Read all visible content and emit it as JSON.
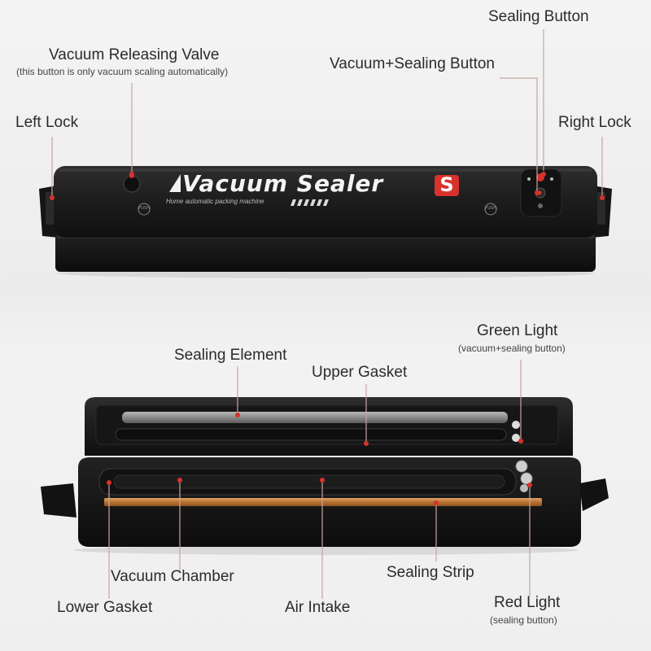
{
  "labels": {
    "sealing_button": "Sealing Button",
    "vacuum_releasing_valve": "Vacuum Releasing Valve",
    "vacuum_releasing_valve_note": "(this button is only vacuum scaling automatically)",
    "vacuum_sealing_button": "Vacuum+Sealing Button",
    "left_lock": "Left Lock",
    "right_lock": "Right Lock",
    "green_light": "Green Light",
    "green_light_note": "(vacuum+sealing button)",
    "sealing_element": "Sealing Element",
    "upper_gasket": "Upper Gasket",
    "vacuum_chamber": "Vacuum Chamber",
    "sealing_strip": "Sealing Strip",
    "lower_gasket": "Lower Gasket",
    "air_intake": "Air Intake",
    "red_light": "Red Light",
    "red_light_note": "(sealing button)"
  },
  "device": {
    "brand_text": "Vacuum Sealer",
    "brand_badge": "S",
    "tagline": "Home automatic packing machine",
    "button_text": "PUSH"
  },
  "colors": {
    "body": "#1b1b1b",
    "marker": "#d8322c",
    "sealing_strip": "#c9843e",
    "leader_line": "#c9a4a0"
  }
}
